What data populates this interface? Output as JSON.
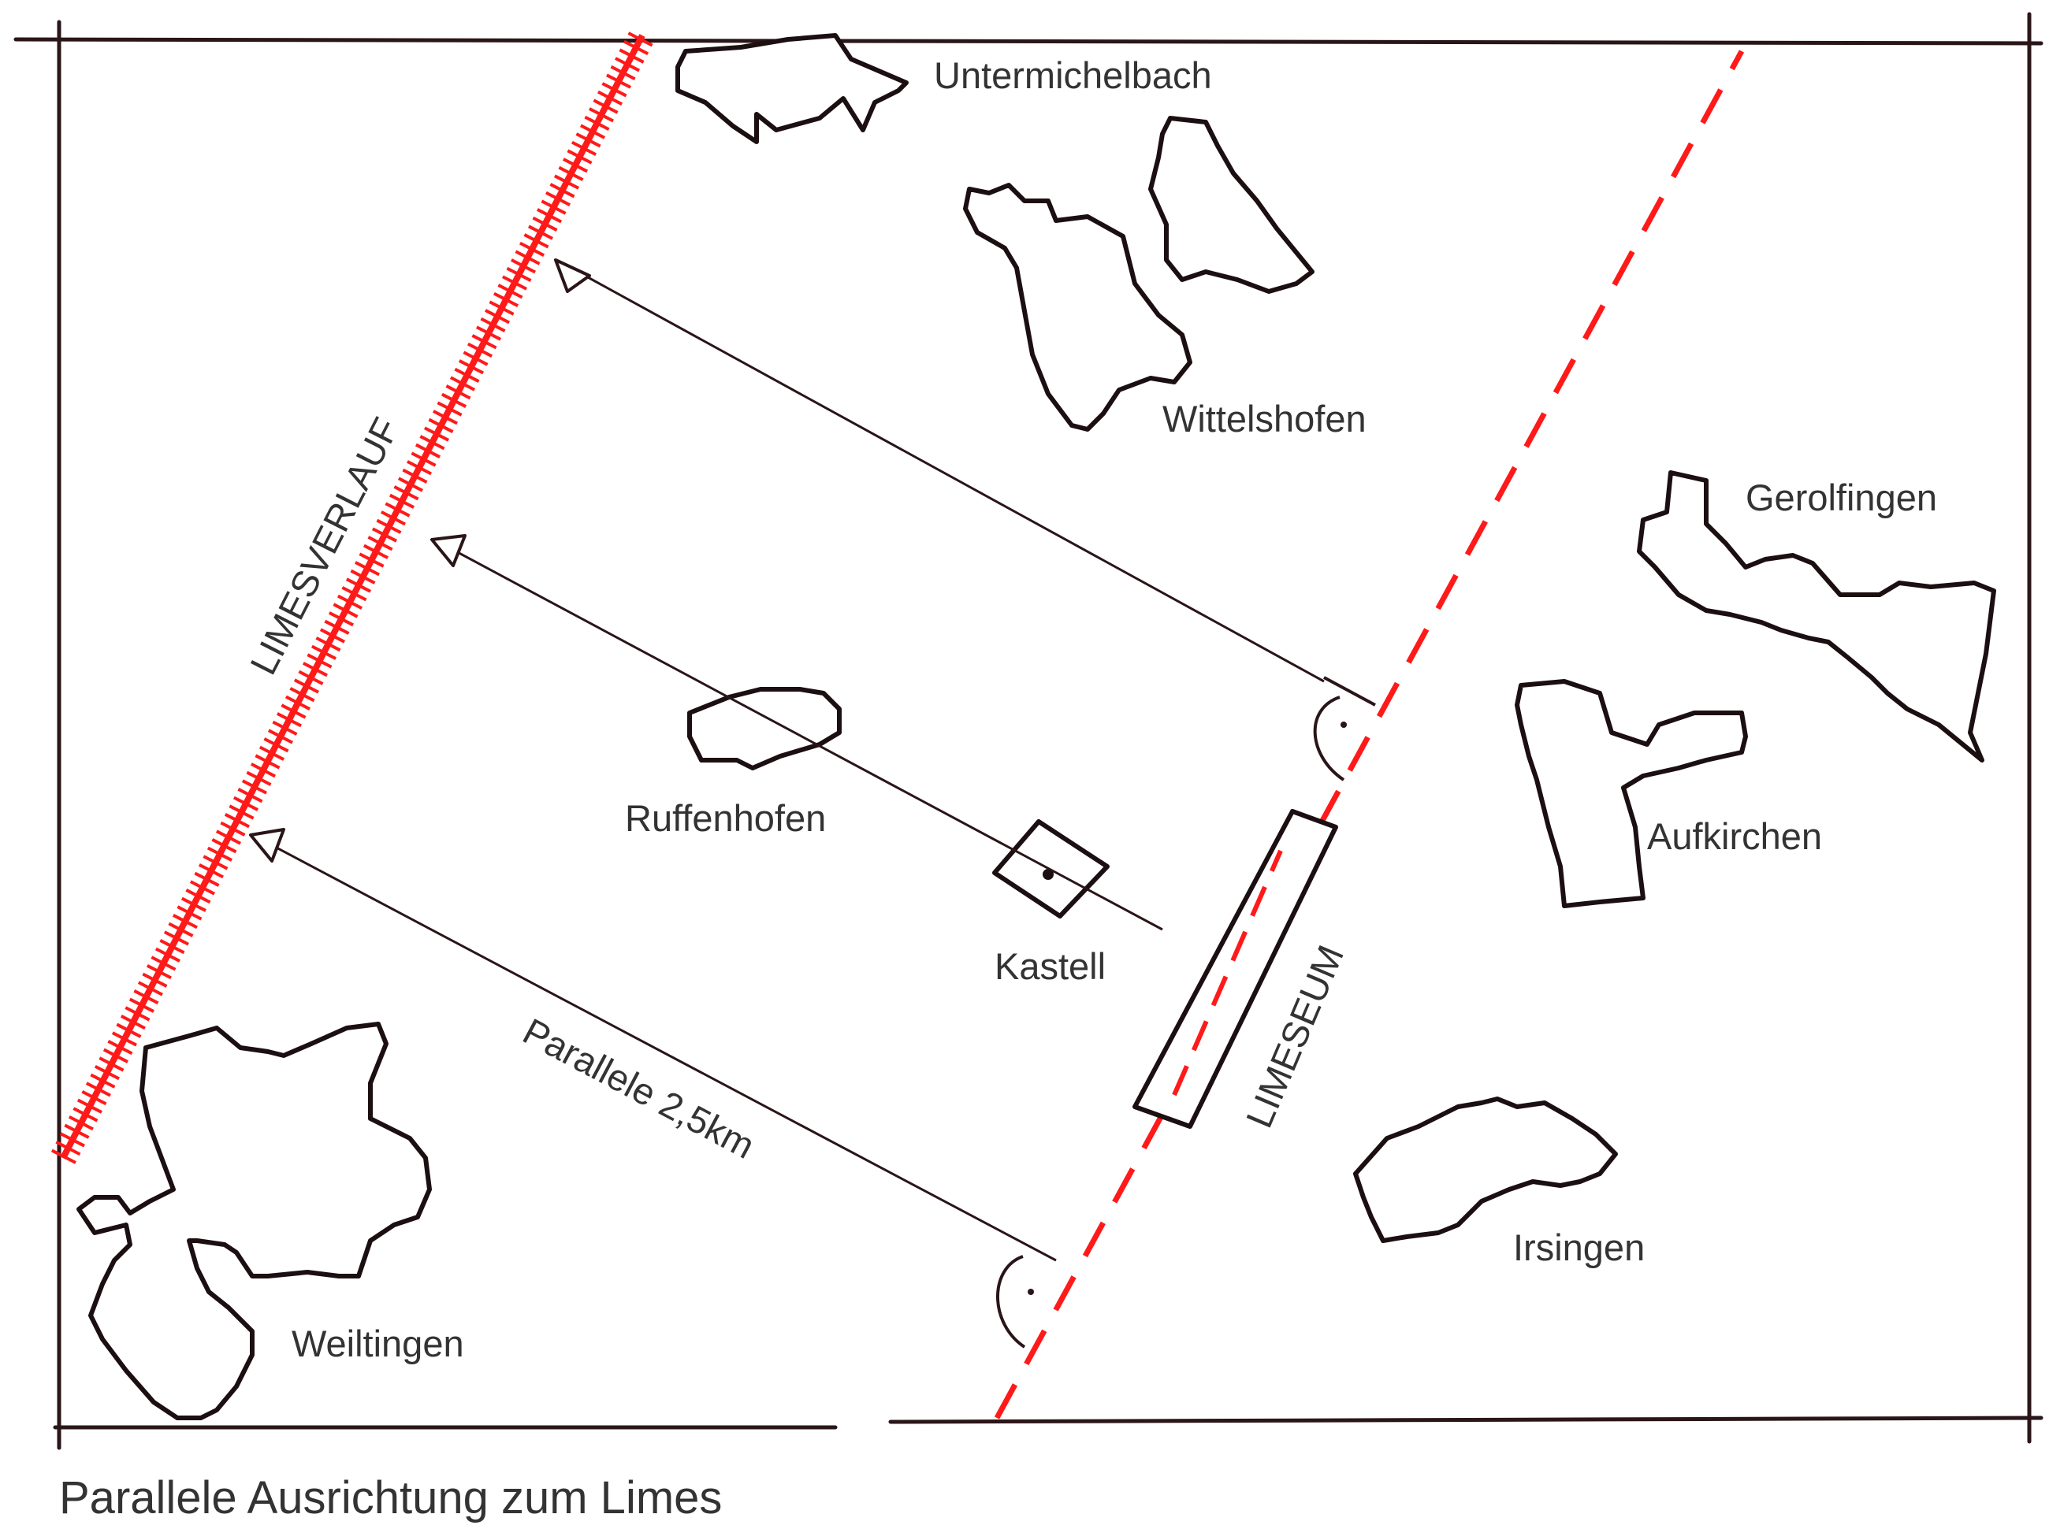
{
  "diagram": {
    "caption": "Parallele Ausrichtung zum Limes",
    "limes_label": "LIMESVERLAUF",
    "limeseum_label": "LIMESEUM",
    "parallel_label": "Parallele 2,5km",
    "kastell_label": "Kastell",
    "places": {
      "untermichelbach": "Untermichelbach",
      "wittelshofen": "Wittelshofen",
      "gerolfingen": "Gerolfingen",
      "aufkirchen": "Aufkirchen",
      "ruffenhofen": "Ruffenhofen",
      "irsingen": "Irsingen",
      "weiltingen": "Weiltingen"
    }
  },
  "colors": {
    "limes_red": "#ff1a1a",
    "ink": "#1c0f11",
    "text": "#333333",
    "background": "#ffffff"
  }
}
